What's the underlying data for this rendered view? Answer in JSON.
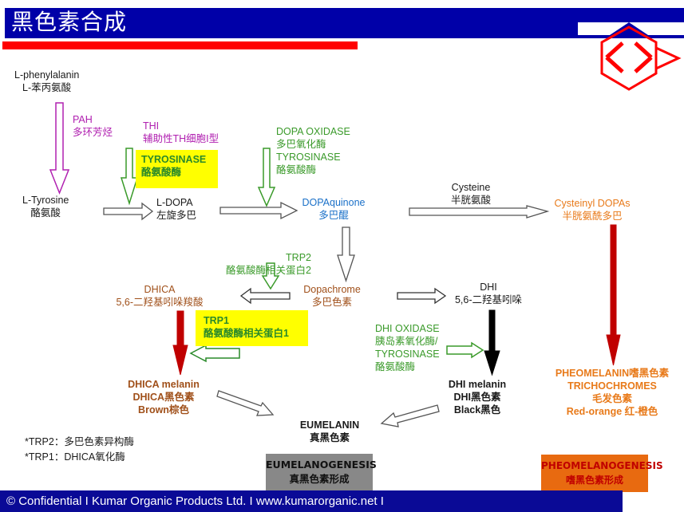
{
  "header": {
    "title": "黑色素合成",
    "logo": "kumar-organic-logo"
  },
  "nodes": {
    "phenylalanin": {
      "en": "L-phenylalanin",
      "zh": "L-苯丙氨酸"
    },
    "tyrosine": {
      "en": "L-Tyrosine",
      "zh": "酪氨酸"
    },
    "ldopa": {
      "en": "L-DOPA",
      "zh": "左旋多巴"
    },
    "dopaquinone": {
      "en": "DOPAquinone",
      "zh": "多巴醌"
    },
    "cysteine": {
      "en": "Cysteine",
      "zh": "半胱氨酸"
    },
    "cysteinyl": {
      "en": "Cysteinyl DOPAs",
      "zh": "半胱氨酰多巴"
    },
    "dopachrome": {
      "en": "Dopachrome",
      "zh": "多巴色素"
    },
    "dhica": {
      "en": "DHICA",
      "zh": "5,6-二羟基吲哚羧酸"
    },
    "dhi": {
      "en": "DHI",
      "zh": "5,6-二羟基吲哚"
    },
    "dhica_melanin": {
      "l1": "DHICA melanin",
      "l2": "DHICA黑色素",
      "l3": "Brown棕色"
    },
    "dhi_melanin": {
      "l1": "DHI melanin",
      "l2": "DHI黑色素",
      "l3": "Black黑色"
    },
    "eumelanin": {
      "en": "EUMELANIN",
      "zh": "真黑色素"
    },
    "pheomelanin": {
      "l1": "PHEOMELANIN嗜黑色素",
      "l2": "TRICHOCHROMES",
      "l3": "毛发色素",
      "l4": "Red-orange 红-橙色"
    }
  },
  "enzymes": {
    "pah": {
      "en": "PAH",
      "zh": "多环芳烃"
    },
    "thi": {
      "en": "THI",
      "zh": "辅助性TH细胞I型"
    },
    "tyrosinase1": {
      "en": "TYROSINASE",
      "zh": "酪氨酸酶"
    },
    "dopa_oxidase": {
      "l1": "DOPA OXIDASE",
      "l2": "多巴氧化酶",
      "l3": "TYROSINASE",
      "l4": "酪氨酸酶"
    },
    "trp2": {
      "en": "TRP2",
      "zh": "酪氨酸酶相关蛋白2"
    },
    "trp1": {
      "en": "TRP1",
      "zh": "酪氨酸酶相关蛋白1"
    },
    "dhi_oxidase": {
      "l1": "DHI OXIDASE",
      "l2": "胰岛素氧化酶/",
      "l3": "TYROSINASE",
      "l4": "酪氨酸酶"
    }
  },
  "notes": [
    "*TRP2：多巴色素异构酶",
    "*TRP1：DHICA氧化酶"
  ],
  "boxes": {
    "eumelanogenesis": {
      "en": "EUMELANOGENESIS",
      "zh": "真黑色素形成"
    },
    "pheomelanogenesis": {
      "en": "PHEOMELANOGENESIS",
      "zh": "嗜黑色素形成"
    }
  },
  "footer": {
    "text": "© Confidential I Kumar Organic Products Ltd. I www.kumarorganic.net I"
  },
  "colors": {
    "title_bar": "#0000a8",
    "accent_red": "#ff0000",
    "footer_bar": "#0a0a96",
    "highlight": "#ffff00",
    "pheo_box": "#e86a10",
    "eu_box": "#888888"
  }
}
